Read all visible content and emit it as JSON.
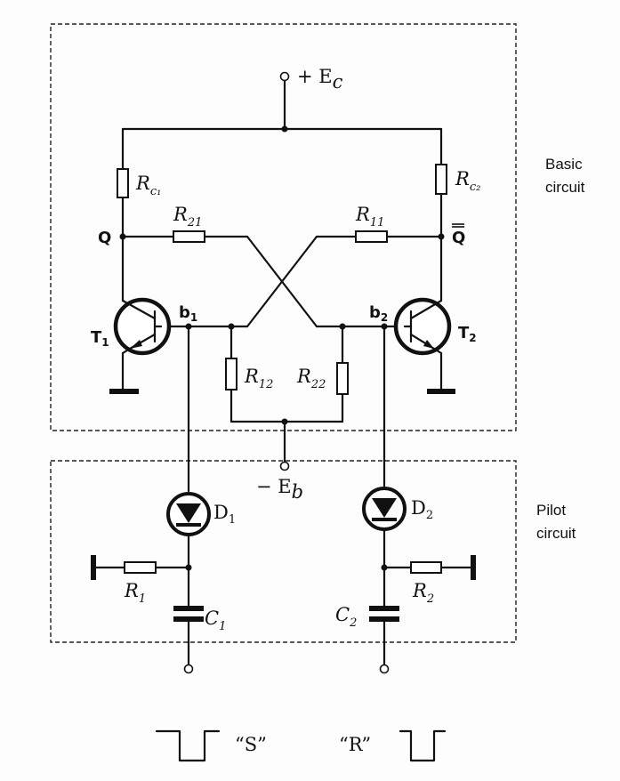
{
  "labels": {
    "supply_pos": "+ E",
    "supply_pos_sub": "c",
    "supply_neg": "− E",
    "supply_neg_sub": "b",
    "rc1": "R",
    "rc1_sub": "c₁",
    "rc2": "R",
    "rc2_sub": "c₂",
    "r21": "R",
    "r21_sub": "21",
    "r11": "R",
    "r11_sub": "11",
    "r12": "R",
    "r12_sub": "12",
    "r22": "R",
    "r22_sub": "22",
    "q": "Q",
    "q_bar": "Q",
    "t1": "T",
    "t1_sub": "1",
    "t2": "T",
    "t2_sub": "2",
    "b1": "b",
    "b1_sub": "1",
    "b2": "b",
    "b2_sub": "2",
    "d1": "D",
    "d1_sub": "1",
    "d2": "D",
    "d2_sub": "2",
    "r1": "R",
    "r1_sub": "1",
    "r2": "R",
    "r2_sub": "2",
    "c1": "C",
    "c1_sub": "1",
    "c2": "C",
    "c2_sub": "2",
    "input_s": "“S”",
    "input_r": "“R”"
  },
  "sections": {
    "basic_line1": "Basic",
    "basic_line2": "circuit",
    "pilot_line1": "Pilot",
    "pilot_line2": "circuit"
  }
}
